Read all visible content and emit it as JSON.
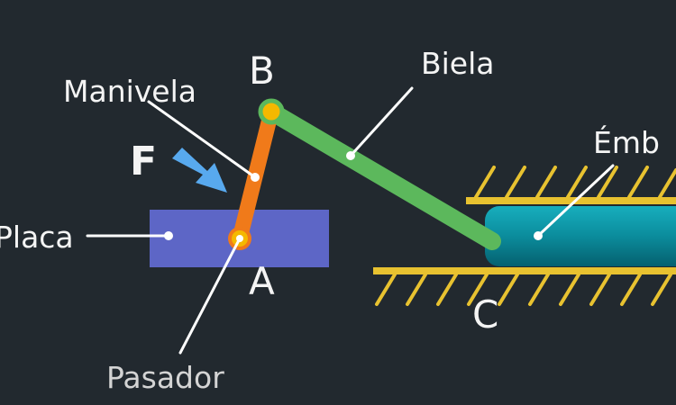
{
  "labels": {
    "point_b": "B",
    "point_a": "A",
    "point_c": "C",
    "manivela": "Manivela",
    "biela": "Biela",
    "force": "F",
    "placa": "Placa",
    "embolo": "Émb",
    "pasador": "Pasador"
  },
  "colors": {
    "background": "#22292f",
    "plate": "#5d66c6",
    "crank": "#f07a1a",
    "connecting_rod": "#5cb85c",
    "piston": "#0b8fa0",
    "guide_rails": "#e8c230",
    "force_arrow": "#58a9ee",
    "joint": "#f5b800",
    "leader_lines": "#ffffff"
  }
}
